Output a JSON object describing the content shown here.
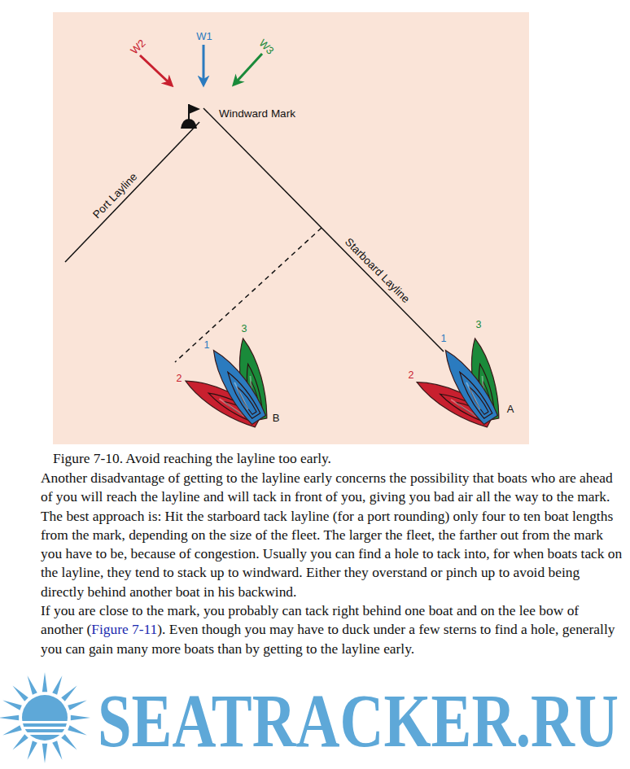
{
  "diagram": {
    "caption": "Figure 7-10. Avoid reaching the layline too early.",
    "labels": [
      "W2",
      "W1",
      "W3",
      "Windward Mark",
      "Port Layline",
      "Starboard Layline",
      "1",
      "3",
      "2",
      "B",
      "1",
      "3",
      "2",
      "A",
      "Another disadvantage of getting to the layline early concerns the possibility that boats who are ahead of you will reach the layline and will tack in front of you, giving you bad air all the way to the mark.",
      "The best approach is: Hit the starboard tack layline (for a port rounding) only four to ten boat lengths from the mark, depending on the size of the fleet. The larger the fleet, the farther out from the mark you have to be, because of congestion. Usually you can find a hole to tack into, for when boats tack on the layline, they tend to stack up to windward. Either they overstand or pinch up to avoid being directly behind another boat in his backwind.",
      "If you are close to the mark, you probably can tack right behind one boat and on the lee bow of another (",
      "Figure 7-11",
      "). Even though you may have to duck under a few sterns to find a hole, generally you can gain many more boats than by getting to the layline early.",
      "SEATRACKER.RU"
    ]
  }
}
